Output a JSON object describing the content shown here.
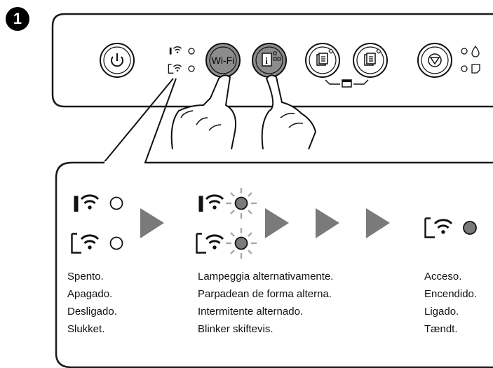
{
  "step_number": "1",
  "panel": {
    "wifi_button_label": "Wi-Fi"
  },
  "states": {
    "off": [
      "Spento.",
      "Apagado.",
      "Desligado.",
      "Slukket."
    ],
    "alternating": [
      "Lampeggia alternativamente.",
      "Parpadean de forma alterna.",
      "Intermitente alternado.",
      "Blinker skiftevis."
    ],
    "on": [
      "Acceso.",
      "Encendido.",
      "Ligado.",
      "Tændt."
    ]
  },
  "icons": [
    "power-icon",
    "wifi-icon",
    "wifi-direct-icon",
    "network-status-sheet-icon",
    "copy-bw-icon",
    "copy-color-icon",
    "stop-icon",
    "ink-icon",
    "paper-icon",
    "hand-icon",
    "arrow-icon",
    "light-off-icon",
    "light-on-icon"
  ],
  "colors": {
    "outline": "#1a1a1a",
    "button_gray": "#8c8c8c",
    "arrow_gray": "#7a7a7a",
    "light_on": "#7a7a7a"
  }
}
